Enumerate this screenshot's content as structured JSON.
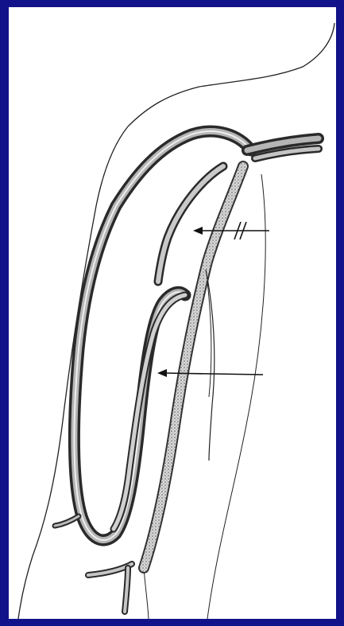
{
  "figure": {
    "frame_color": "#12128a",
    "panel_color": "#ffffff",
    "line_color": "#222222",
    "vessel_fill": "#b0b0b0",
    "description_icons": [
      "arm-outline",
      "brachial-artery",
      "looped-graft",
      "basilic-vein",
      "pointer-arrow",
      "ligation-mark"
    ]
  }
}
